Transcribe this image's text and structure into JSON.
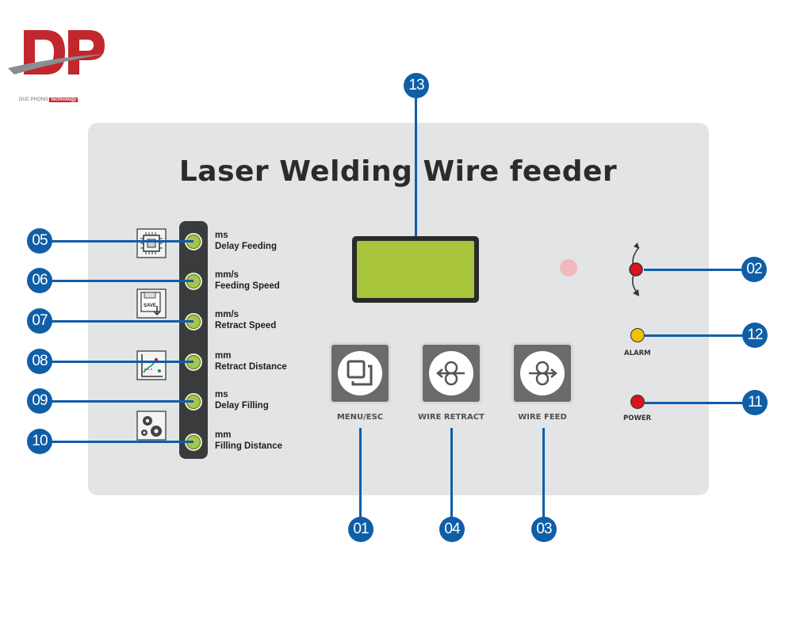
{
  "logo": {
    "company": "DUC PHONG",
    "tag": "technology",
    "colors": {
      "red": "#c1272d",
      "gray": "#8a8d91"
    }
  },
  "panel": {
    "title": "Laser Welding Wire feeder",
    "background": "#e3e4e5"
  },
  "parameters": [
    {
      "callout": "05",
      "unit": "ms",
      "name": "Delay Feeding"
    },
    {
      "callout": "06",
      "unit": "mm/s",
      "name": "Feeding Speed"
    },
    {
      "callout": "07",
      "unit": "mm/s",
      "name": "Retract Speed"
    },
    {
      "callout": "08",
      "unit": "mm",
      "name": "Retract Distance"
    },
    {
      "callout": "09",
      "unit": "ms",
      "name": "Delay Filling"
    },
    {
      "callout": "10",
      "unit": "mm",
      "name": "Filling Distance"
    }
  ],
  "side_icons": [
    "chip-icon",
    "save-icon",
    "graph-icon",
    "gears-icon"
  ],
  "save_icon_text": "SAVE",
  "display": {
    "callout": "13",
    "color": "#a8c43a"
  },
  "buttons": [
    {
      "callout": "01",
      "label": "MENU/ESC",
      "icon": "menu-layers-icon"
    },
    {
      "callout": "04",
      "label": "WIRE RETRACT",
      "icon": "retract-arrow-icon"
    },
    {
      "callout": "03",
      "label": "WIRE FEED",
      "icon": "feed-arrow-icon"
    }
  ],
  "knob": {
    "callout": "02",
    "icon": "rotary-knob-icon"
  },
  "indicators": [
    {
      "callout": "12",
      "label": "ALARM",
      "color": "#f2c200"
    },
    {
      "callout": "11",
      "label": "POWER",
      "color": "#d9141b"
    }
  ],
  "accent_color": "#0f5ea8"
}
